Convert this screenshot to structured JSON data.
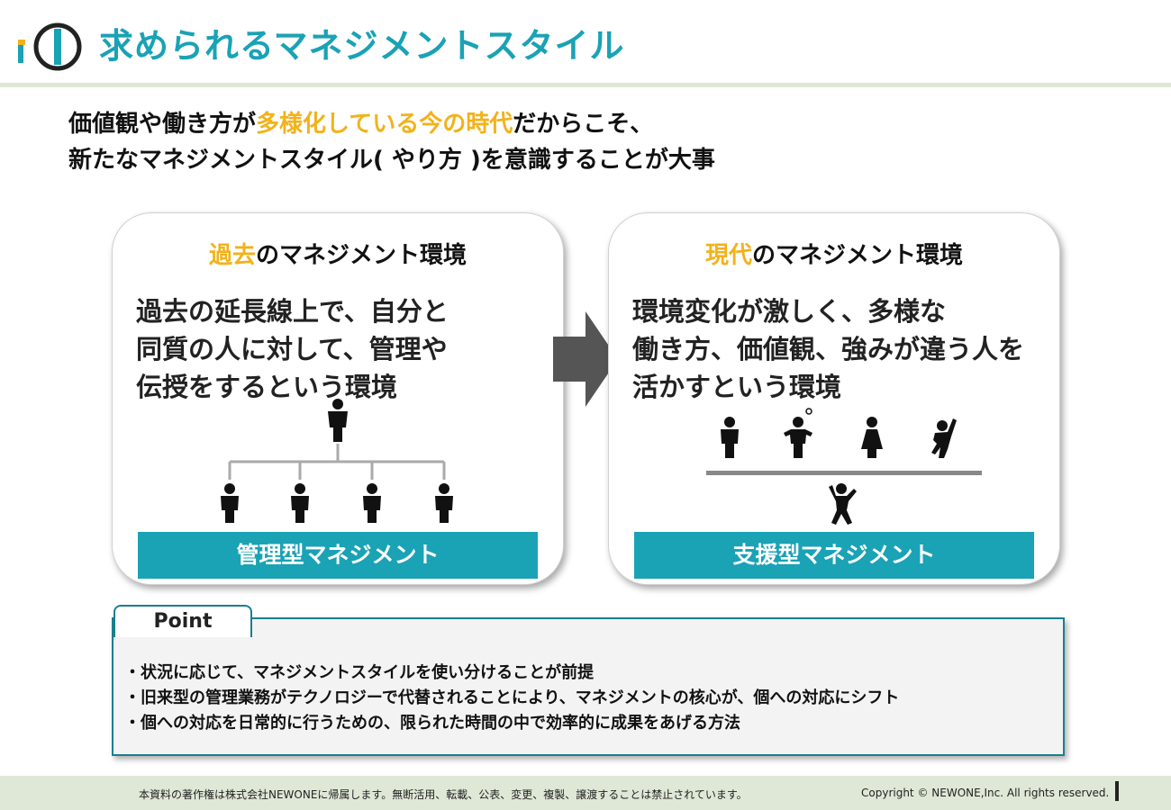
{
  "header": {
    "title": "求められるマネジメントスタイル",
    "brand_color": "#1aa2b5",
    "accent_color": "#f2b21b"
  },
  "lead": {
    "line1_prefix": "価値観や働き方が",
    "line1_highlight": "多様化している今の時代",
    "line1_suffix": "だからこそ、",
    "line2": "新たなマネジメントスタイル( やり方 )を意識することが大事"
  },
  "panels": {
    "past": {
      "title_highlight": "過去",
      "title_rest": "のマネジメント環境",
      "lines": [
        "過去の延長線上で、自分と",
        "同質の人に対して、管理や",
        "伝授をするという環境"
      ],
      "bar_label": "管理型マネジメント"
    },
    "present": {
      "title_highlight": "現代",
      "title_rest": "のマネジメント環境",
      "lines": [
        "環境変化が激しく、多様な",
        "働き方、価値観、強みが違う人を",
        "活かすという環境"
      ],
      "bar_label": "支援型マネジメント"
    }
  },
  "point": {
    "tab_label": "Point",
    "items": [
      "・状況に応じて、マネジメントスタイルを使い分けることが前提",
      "・旧来型の管理業務がテクノロジーで代替されることにより、マネジメントの核心が、個への対応にシフト",
      "・個への対応を日常的に行うための、限られた時間の中で効率的に成果をあげる方法"
    ]
  },
  "footer": {
    "notice": "本資料の著作権は株式会社NEWONEに帰属します。無断活用、転載、公表、変更、複製、譲渡することは禁止されています。",
    "copyright": "Copyright © NEWONE,Inc.  All rights reserved."
  },
  "icons": {
    "logo": "newone-logo-icon",
    "arrow": "right-arrow-icon",
    "person": "person-icon"
  }
}
